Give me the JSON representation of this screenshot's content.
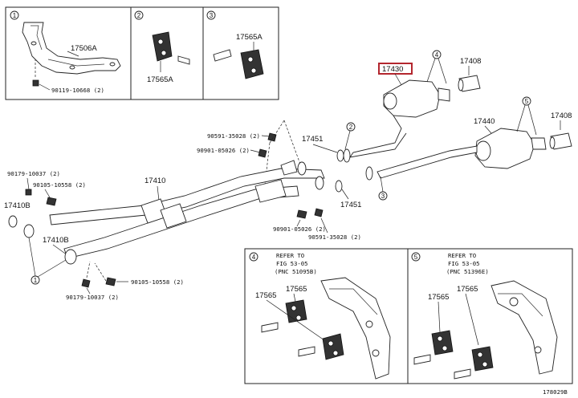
{
  "diagram": {
    "callouts": {
      "c1": "1",
      "c2": "2",
      "c3": "3",
      "c4": "4",
      "c5": "5"
    },
    "inset1": {
      "part": "17506A",
      "bolt": "90119-10668 (2)"
    },
    "inset2": {
      "part": "17565A"
    },
    "inset3": {
      "part": "17565A"
    },
    "main": {
      "p17430": "17430",
      "p17408a": "17408",
      "p17408b": "17408",
      "p17440": "17440",
      "p17451a": "17451",
      "p17451b": "17451",
      "p17410": "17410",
      "p17410b1": "17410B",
      "p17410b2": "17410B",
      "n90591_top": "90591-35028 (2)",
      "n90901_top": "90901-05026 (2)",
      "n90179_top": "90179-10037 (2)",
      "n90105_top": "90105-10558 (2)",
      "n90901_bot": "90901-05026 (2)",
      "n90591_bot": "90591-35028 (2)",
      "n90105_bot": "90105-10558 (2)",
      "n90179_bot": "90179-10037 (2)"
    },
    "inset4": {
      "refer1": "REFER TO",
      "refer2": "FIG 53-05",
      "refer3": "(PNC 51095B)",
      "p17565a": "17565",
      "p17565b": "17565"
    },
    "inset5": {
      "refer1": "REFER TO",
      "refer2": "FIG 53-05",
      "refer3": "(PNC 51396E)",
      "p17565a": "17565",
      "p17565b": "17565"
    },
    "figure_code": "178029B",
    "highlight_color": "#b3262e"
  }
}
